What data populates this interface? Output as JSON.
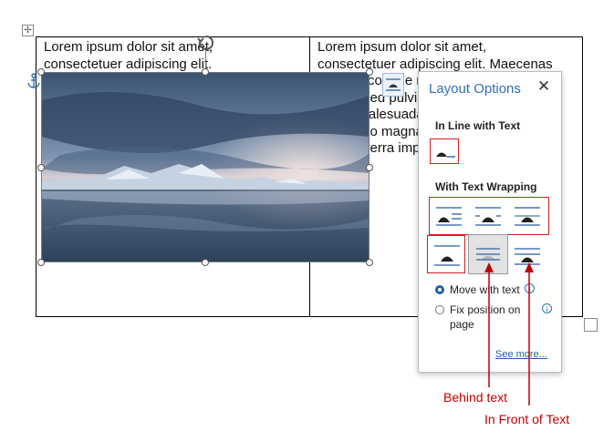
{
  "document": {
    "cell1_text": "Lorem ipsum dolor sit amet,\nconsectetuer adipiscing elit.",
    "cell2_text": "Lorem ipsum dolor sit amet,\nconsectetuer adipiscing elit. Maecenas\nporttitor congue massa. Fusce posuere,\nmagna sed pulvinar ultricies, purus\nlectus malesuada libero, sit amet\ncommodo magna eros quis urna.\nNunc viverra imperdiet enim."
  },
  "panel": {
    "title": "Layout Options",
    "close_symbol": "✕",
    "inline_heading": "In Line with Text",
    "wrap_heading": "With Text Wrapping",
    "move_with_text": "Move with text",
    "fix_position": "Fix position on\npage",
    "info_symbol": "i",
    "see_more": "See more..."
  },
  "callouts": {
    "behind_text": "Behind text",
    "in_front_of_text": "In Front of Text"
  },
  "icons": {
    "move_table": "move-arrows-icon",
    "anchor": "anchor-icon",
    "rotate": "rotate-icon",
    "layout_options": "layout-options-icon",
    "close": "close-icon",
    "info": "info-icon"
  },
  "colors": {
    "accent": "#2f6fb7",
    "callout_red": "#c00000",
    "highlight_box": "#d32020"
  }
}
